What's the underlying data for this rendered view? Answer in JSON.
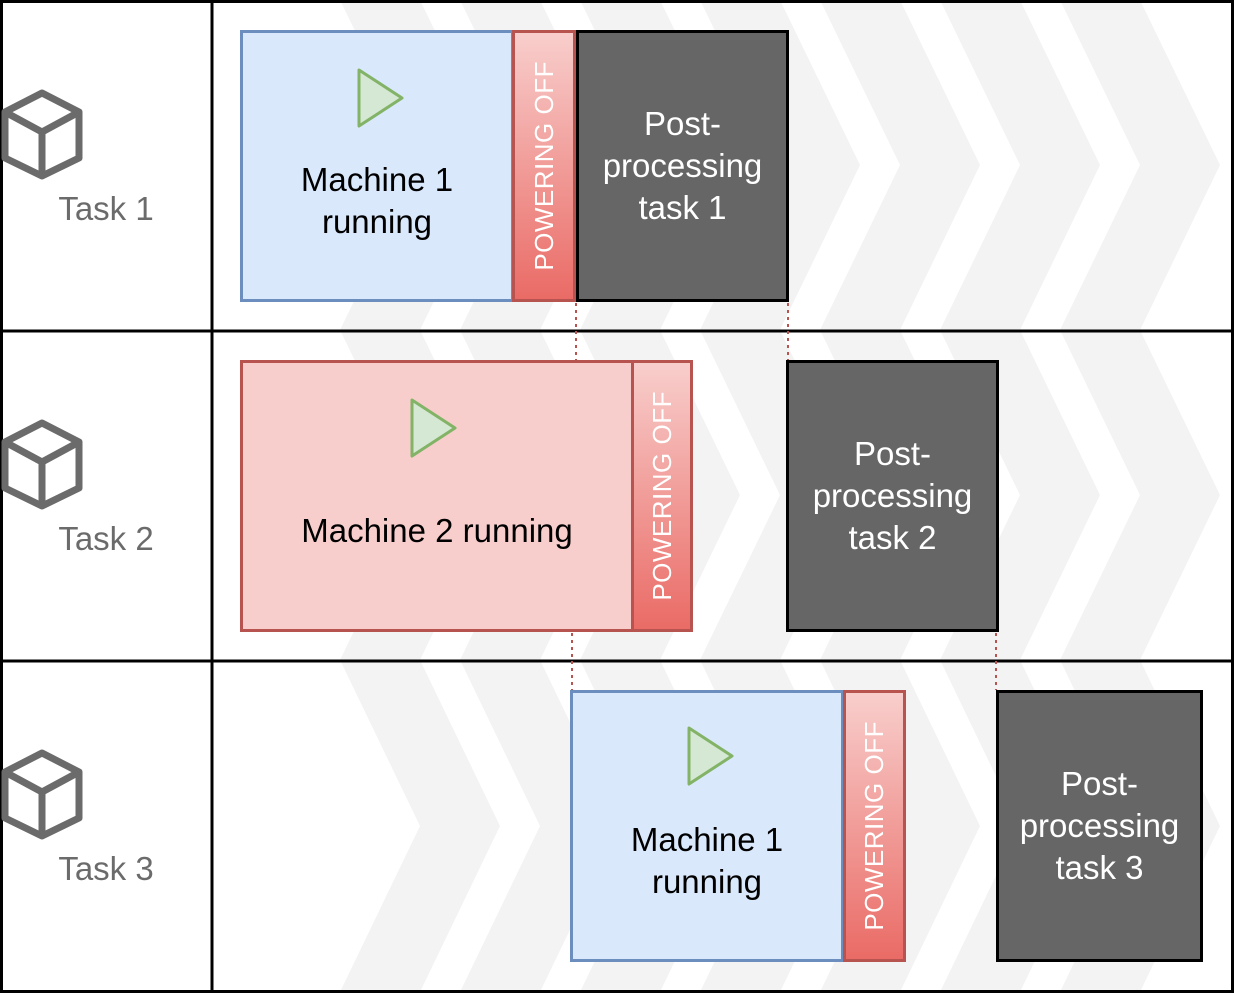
{
  "rows": [
    {
      "task_label": "Task 1",
      "running_label": "Machine 1 running",
      "running_color": "blue",
      "powering_off_label": "POWERING OFF",
      "post_label": "Post-processing task 1"
    },
    {
      "task_label": "Task 2",
      "running_label": "Machine 2 running",
      "running_color": "red",
      "powering_off_label": "POWERING OFF",
      "post_label": "Post-processing task 2"
    },
    {
      "task_label": "Task 3",
      "running_label": "Machine 1 running",
      "running_color": "blue",
      "powering_off_label": "POWERING OFF",
      "post_label": "Post-processing task 3"
    }
  ],
  "icons": {
    "task": "cube-icon",
    "running": "play-icon"
  },
  "colors": {
    "machine1_fill": "#dae8fc",
    "machine1_border": "#6c8ebf",
    "machine2_fill": "#f8cecc",
    "machine2_border": "#b85450",
    "powering_off_top": "#f8cecc",
    "powering_off_bottom": "#ea6b66",
    "post_fill": "#666666",
    "play_fill": "#d5e8d4",
    "play_border": "#82b366",
    "connector": "#b85450"
  }
}
